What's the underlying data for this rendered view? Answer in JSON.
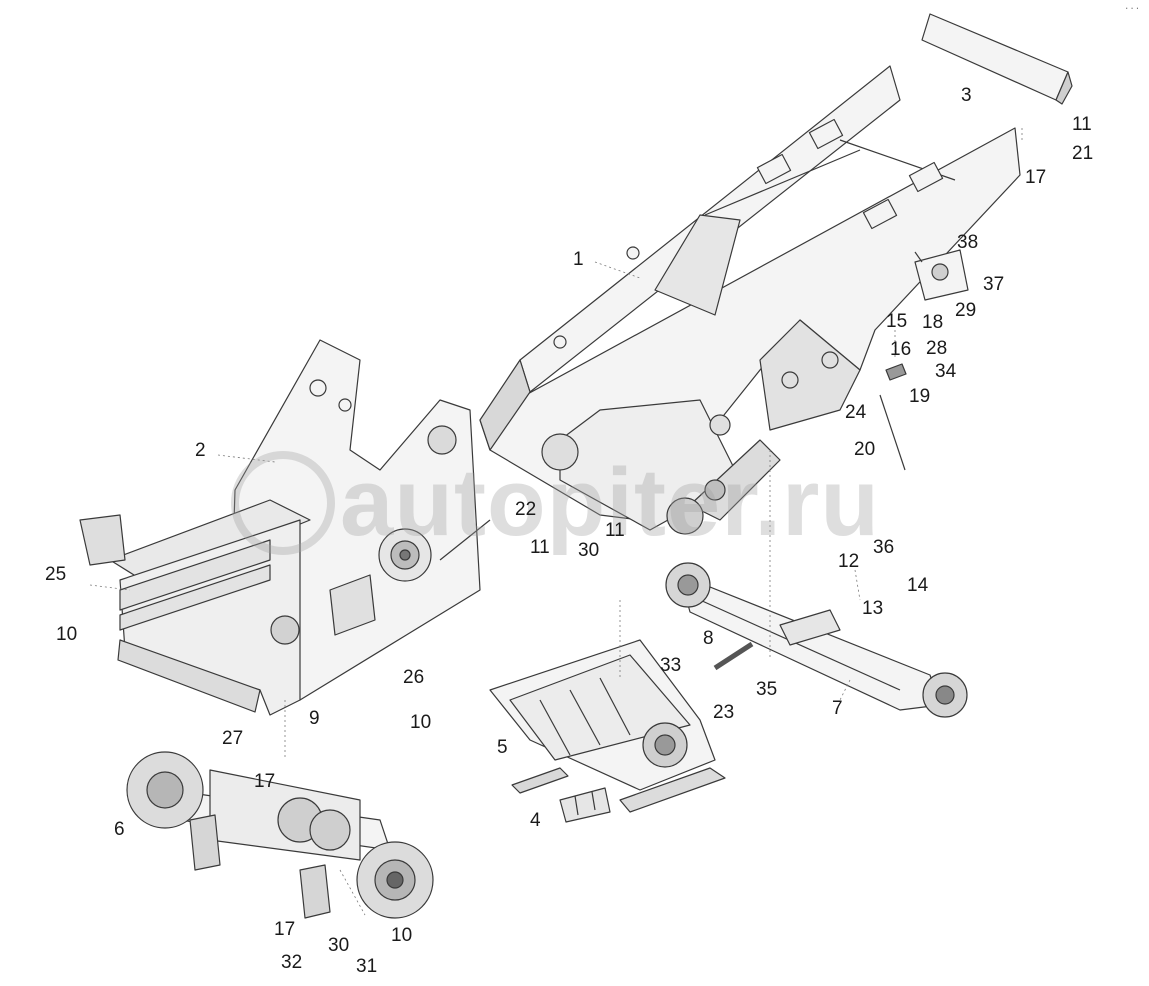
{
  "watermark": {
    "text": "autopiter.ru",
    "logo_glyph": "a>"
  },
  "corner_mark": "···",
  "callouts": [
    "3",
    "11",
    "21",
    "17",
    "38",
    "1",
    "37",
    "29",
    "18",
    "15",
    "28",
    "16",
    "34",
    "19",
    "24",
    "20",
    "2",
    "22",
    "11",
    "30",
    "11",
    "36",
    "12",
    "14",
    "13",
    "25",
    "10",
    "8",
    "33",
    "35",
    "26",
    "7",
    "10",
    "9",
    "23",
    "27",
    "5",
    "17",
    "4",
    "6",
    "17",
    "10",
    "30",
    "32",
    "31"
  ],
  "colors": {
    "line": "#3a3a3a",
    "shade": "#9a9a9a",
    "fill": "#f2f2f2",
    "watermark": "#a0a0a0"
  }
}
